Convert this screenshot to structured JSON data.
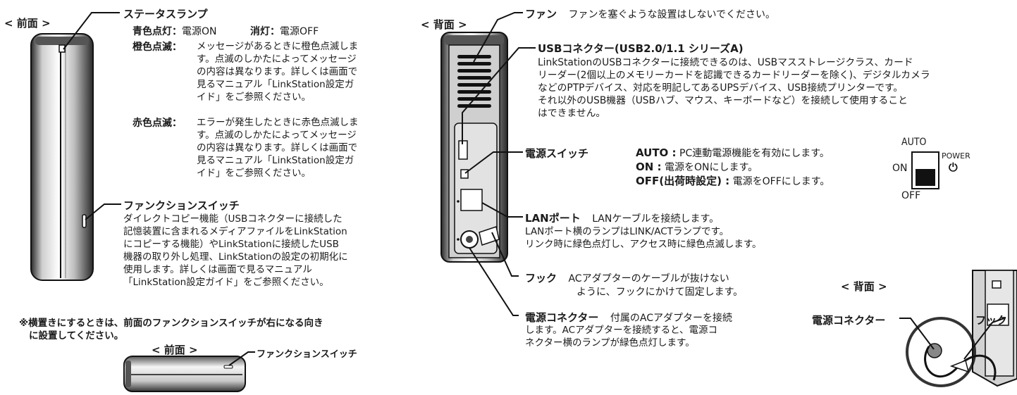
{
  "front": {
    "header": "< 前面 >",
    "status_lamp": {
      "title": "ステータスランプ",
      "blue_label": "青色点灯：",
      "blue_text": "電源ON",
      "off_label": "消灯：",
      "off_text": "電源OFF",
      "orange_label": "橙色点滅：",
      "orange_lines": [
        "メッセージがあるときに橙色点滅しま",
        "す。点滅のしかたによってメッセージ",
        "の内容は異なります。詳しくは画面で",
        "見るマニュアル「LinkStation設定ガ",
        "イド」をご参照ください。"
      ],
      "red_label": "赤色点滅：",
      "red_lines": [
        "エラーが発生したときに赤色点滅しま",
        "す。点滅のしかたによってメッセージ",
        "の内容は異なります。詳しくは画面で",
        "見るマニュアル「LinkStation設定ガ",
        "イド」をご参照ください。"
      ]
    },
    "function_switch": {
      "title": "ファンクションスイッチ",
      "lines": [
        "ダイレクトコピー機能（USBコネクターに接続した",
        "記憶装置に含まれるメディアファイルをLinkStation",
        "にコピーする機能）やLinkStationに接続したUSB",
        "機器の取り外し処理、LinkStationの設定の初期化に",
        "使用します。詳しくは画面で見るマニュアル",
        "「LinkStation設定ガイド」をご参照ください。"
      ]
    },
    "note_lines": [
      "※横置きにするときは、前面のファンクションスイッチが右になる向き",
      "に設置してください。"
    ],
    "horizontal_header": "< 前面 >",
    "horizontal_label": "ファンクションスイッチ"
  },
  "back": {
    "header": "< 背面 >",
    "fan": {
      "title": "ファン",
      "text": "ファンを塞ぐような設置はしないでください。"
    },
    "usb": {
      "title": "USBコネクター(USB2.0/1.1 シリーズA)",
      "lines": [
        "LinkStationのUSBコネクターに接続できるのは、USBマスストレージクラス、カード",
        "リーダー(2個以上のメモリーカードを認識できるカードリーダーを除く)、デジタルカメラ",
        "などのPTPデバイス、対応を明記してあるUPSデバイス、USB接続プリンターです。",
        "それ以外のUSB機器（USBハブ、マウス、キーボードなど）を接続して使用すること",
        "はできません。"
      ]
    },
    "power_switch": {
      "title": "電源スイッチ",
      "auto_label": "AUTO :",
      "auto_text": "PC連動電源機能を有効にします。",
      "on_label": "ON :",
      "on_text": "電源をONにします。",
      "off_label": "OFF(出荷時設定) :",
      "off_text": "電源をOFFにします。",
      "diagram": {
        "auto": "AUTO",
        "on": "ON",
        "off": "OFF",
        "power": "POWER",
        "power_symbol": "⏻"
      }
    },
    "lan": {
      "title": "LANポート",
      "text": "LANケーブルを接続します。",
      "lines": [
        "LANポート横のランプはLINK/ACTランプです。",
        "リンク時に緑色点灯し、アクセス時に緑色点滅します。"
      ]
    },
    "hook": {
      "title": "フック",
      "text": "ACアダプターのケーブルが抜けない",
      "line2": "ように、フックにかけて固定します。"
    },
    "power_connector": {
      "title": "電源コネクター",
      "text": "付属のACアダプターを接続",
      "lines": [
        "します。ACアダプターを接続すると、電源コ",
        "ネクター横のランプが緑色点灯します。"
      ]
    },
    "detail": {
      "header": "< 背面 >",
      "connector_label": "電源コネクター",
      "hook_label": "フック"
    }
  }
}
